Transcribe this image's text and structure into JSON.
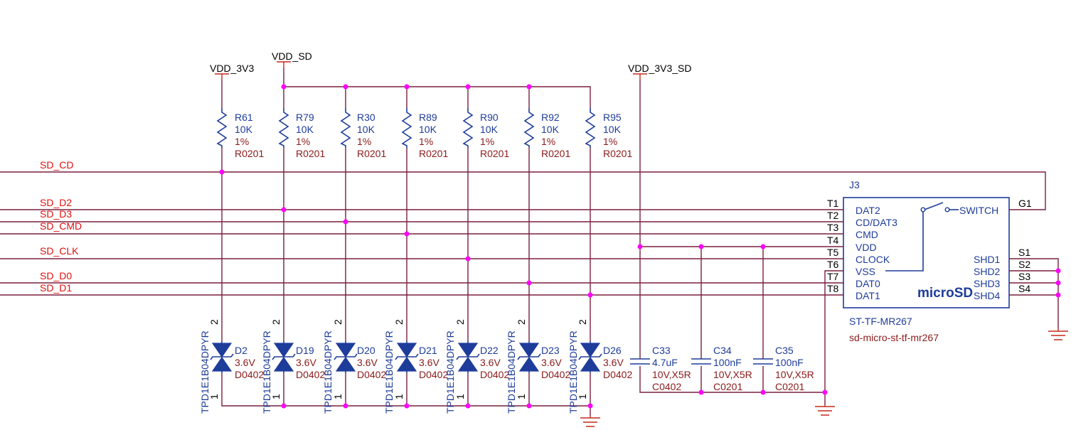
{
  "nets": {
    "sd_cd": "SD_CD",
    "sd_d2": "SD_D2",
    "sd_d3": "SD_D3",
    "sd_cmd": "SD_CMD",
    "sd_clk": "SD_CLK",
    "sd_d0": "SD_D0",
    "sd_d1": "SD_D1"
  },
  "power": {
    "vdd_3v3": "VDD_3V3",
    "vdd_sd": "VDD_SD",
    "vdd_3v3_sd": "VDD_3V3_SD"
  },
  "resistors": [
    {
      "ref": "R61",
      "value": "10K",
      "tolerance": "1%",
      "package": "R0201"
    },
    {
      "ref": "R79",
      "value": "10K",
      "tolerance": "1%",
      "package": "R0201"
    },
    {
      "ref": "R30",
      "value": "10K",
      "tolerance": "1%",
      "package": "R0201"
    },
    {
      "ref": "R89",
      "value": "10K",
      "tolerance": "1%",
      "package": "R0201"
    },
    {
      "ref": "R90",
      "value": "10K",
      "tolerance": "1%",
      "package": "R0201"
    },
    {
      "ref": "R92",
      "value": "10K",
      "tolerance": "1%",
      "package": "R0201"
    },
    {
      "ref": "R95",
      "value": "10K",
      "tolerance": "1%",
      "package": "R0201"
    }
  ],
  "diodes": [
    {
      "ref": "D2",
      "part": "TPD1E1B04DPYR",
      "voltage": "3.6V",
      "package": "D0402",
      "pin_top": "2",
      "pin_bottom": "1"
    },
    {
      "ref": "D19",
      "part": "TPD1E1B04DPYR",
      "voltage": "3.6V",
      "package": "D0402",
      "pin_top": "2",
      "pin_bottom": "1"
    },
    {
      "ref": "D20",
      "part": "TPD1E1B04DPYR",
      "voltage": "3.6V",
      "package": "D0402",
      "pin_top": "2",
      "pin_bottom": "1"
    },
    {
      "ref": "D21",
      "part": "TPD1E1B04DPYR",
      "voltage": "3.6V",
      "package": "D0402",
      "pin_top": "2",
      "pin_bottom": "1"
    },
    {
      "ref": "D22",
      "part": "TPD1E1B04DPYR",
      "voltage": "3.6V",
      "package": "D0402",
      "pin_top": "2",
      "pin_bottom": "1"
    },
    {
      "ref": "D23",
      "part": "TPD1E1B04DPYR",
      "voltage": "3.6V",
      "package": "D0402",
      "pin_top": "2",
      "pin_bottom": "1"
    },
    {
      "ref": "D26",
      "part": "TPD1E1B04DPYR",
      "voltage": "3.6V",
      "package": "D0402",
      "pin_top": "2",
      "pin_bottom": "1"
    }
  ],
  "capacitors": [
    {
      "ref": "C33",
      "value": "4.7uF",
      "rating": "10V,X5R",
      "package": "C0402"
    },
    {
      "ref": "C34",
      "value": "100nF",
      "rating": "10V,X5R",
      "package": "C0201"
    },
    {
      "ref": "C35",
      "value": "100nF",
      "rating": "10V,X5R",
      "package": "C0201"
    }
  ],
  "connector": {
    "ref": "J3",
    "title": "microSD",
    "part_number": "ST-TF-MR267",
    "footprint": "sd-micro-st-tf-mr267",
    "switch_label": "SWITCH",
    "left_pins": [
      {
        "num": "T1",
        "name": "DAT2"
      },
      {
        "num": "T2",
        "name": "CD/DAT3"
      },
      {
        "num": "T3",
        "name": "CMD"
      },
      {
        "num": "T4",
        "name": "VDD"
      },
      {
        "num": "T5",
        "name": "CLOCK"
      },
      {
        "num": "T6",
        "name": "VSS"
      },
      {
        "num": "T7",
        "name": "DAT0"
      },
      {
        "num": "T8",
        "name": "DAT1"
      }
    ],
    "right_pins": [
      {
        "num": "G1"
      },
      {
        "num": "S1",
        "name": "SHD1"
      },
      {
        "num": "S2",
        "name": "SHD2"
      },
      {
        "num": "S3",
        "name": "SHD3"
      },
      {
        "num": "S4",
        "name": "SHD4"
      }
    ]
  },
  "colors": {
    "wire": "#7a1f3d",
    "component": "#1e3c9a",
    "net_label": "#e01010",
    "value_text": "#8b1a1a",
    "junction": "#ff00ff",
    "ground": "#c42a1a"
  }
}
